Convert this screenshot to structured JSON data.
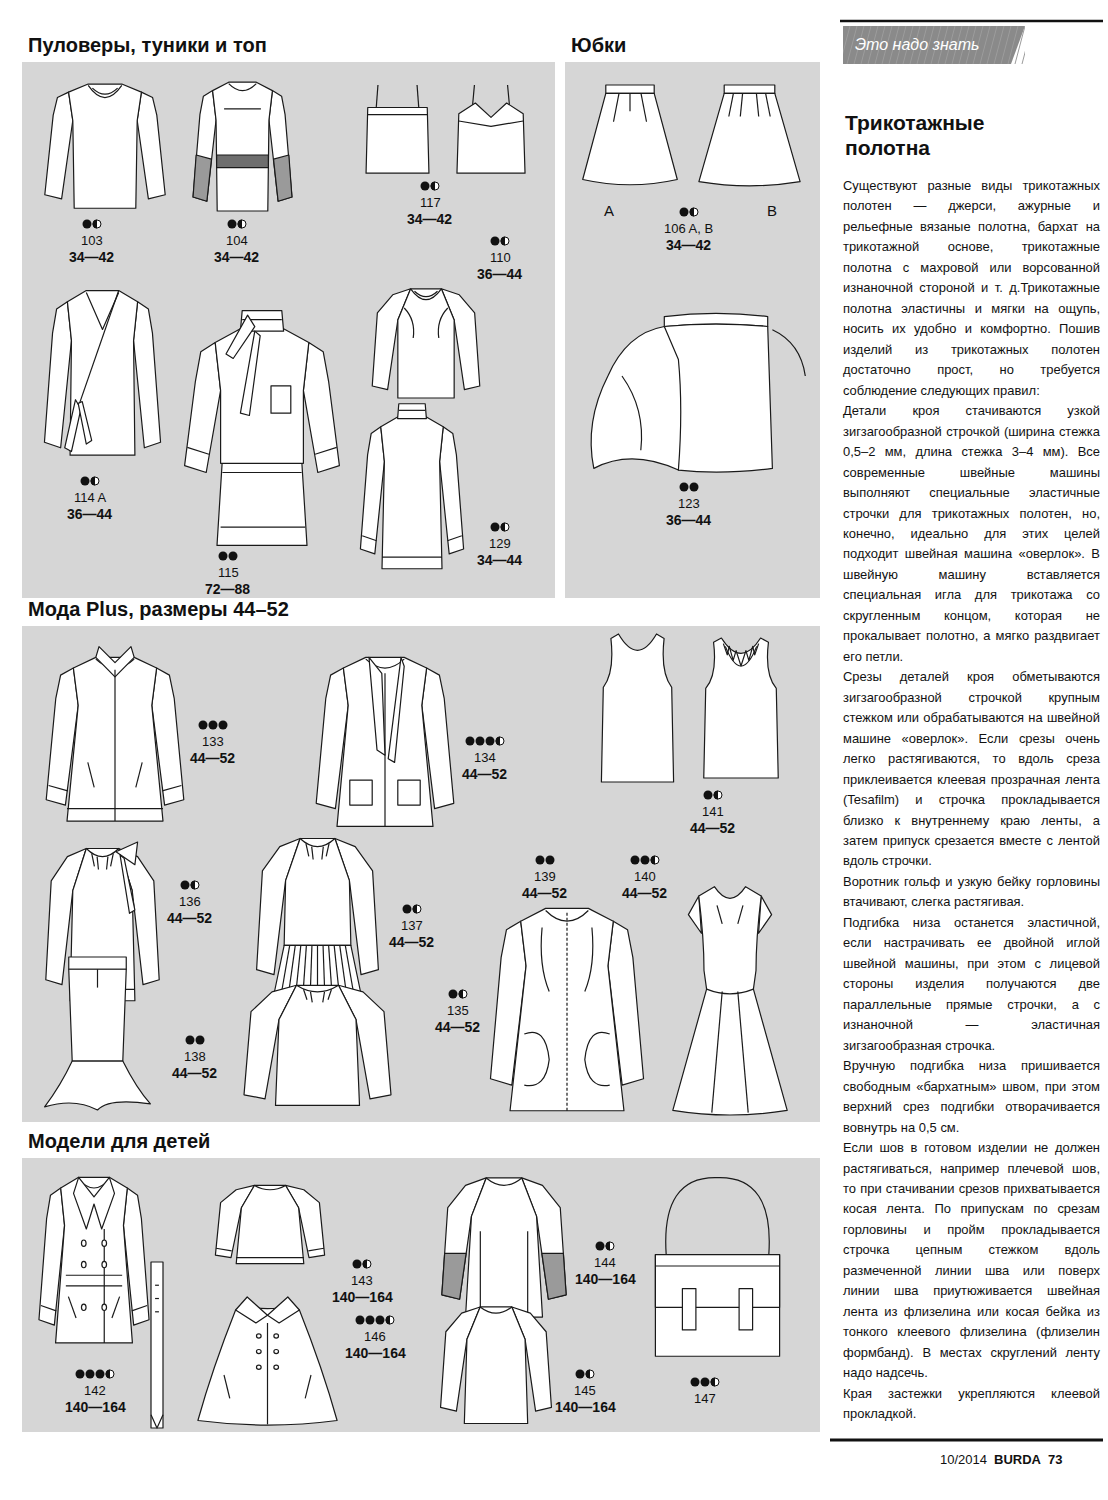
{
  "diagram": {
    "nodes": [
      {
        "text": [
          "Пуловеры, туники и топ"
        ]
      },
      {
        "text": [
          "Юбки"
        ]
      },
      {
        "text": [
          "Мода Plus, размеры 44–52"
        ]
      },
      {
        "text": [
          "Модели для детей"
        ]
      },
      {
        "text": [
          "Это надо знать"
        ]
      }
    ],
    "labels": [
      "103",
      "34—42",
      "104",
      "34—42",
      "117",
      "34—42",
      "110",
      "36—44",
      "114 A",
      "36—44",
      "115",
      "72—88",
      "129",
      "34—44",
      "A",
      "B",
      "106 A, B",
      "34—42",
      "123",
      "36—44",
      "133",
      "44—52",
      "134",
      "44—52",
      "141",
      "44—52",
      "136",
      "44—52",
      "137",
      "44—52",
      "139",
      "44—52",
      "140",
      "44—52",
      "138",
      "44—52",
      "135",
      "44—52",
      "142",
      "140—164",
      "143",
      "140—164",
      "146",
      "140—164",
      "144",
      "140—164",
      "145",
      "140—164",
      "147",
      "Трикотажные полотна",
      "Существуют разные виды трикотажных полотен — джерси, ажурные и рельефные вязаные полотна, бархат на трикотажной основе, трикотажные полотна с махровой или ворсованной изнаночной стороной и т. д.Трикотажные полотна эластичны и мягки на ощупь, носить их удобно и комфортно. Пошив изделий из трикотажных полотен достаточно прост, но требуется соблюдение следующих правил:",
      "Детали кроя стачиваются узкой зигзагообразной строчкой (ширина стежка 0,5–2 мм, длина стежка 3–4 мм). Все современные швейные машины выполняют специальные эластичные строчки для трикотажных полотен, но, конечно, идеально для этих целей подходит швейная машина «оверлок». В швейную машину вставляется специальная игла для трикотажа со скругленным концом, которая не прокалывает полотно, а мягко раздвигает его петли.",
      "Срезы деталей кроя обметываются зигзагообразной строчкой крупным стежком или обрабатываются на швейной машине «оверлок». Если срезы очень легко растягиваются, то вдоль среза приклеивается клеевая прозрачная лента (Tesafilm) и строчка прокладывается близко к внутреннему краю ленты, а затем припуск срезается вместе с лентой вдоль строчки.",
      "Воротник гольф и узкую бейку горловины втачивают, слегка растягивая.",
      "Подгибка низа останется эластичной, если настрачивать ее двойной иглой швейной машины, при этом с лицевой стороны изделия получаются две параллельные прямые строчки, а с изнаночной — эластичная зигзагообразная строчка.",
      "Вручную подгибка низа пришивается свободным «бархатным» швом, при этом верхний срез подгибки отворачивается вовнутрь на 0,5 см.",
      "Если шов в готовом изделии не должен растягиваться, например плечевой шов, то при стачивании срезов прихватывается косая лента. По припускам по срезам горловины и пройм прокладывается строчка цепным стежком вдоль размеченной линии шва или поверх линии шва приутюживается швейная лента из флизелина или косая бейка из тонкого клеевого флизелина (флизелин формбанд). В местах скруглений ленту надо надсечь.",
      "Края застежки укрепляются клеевой прокладкой.",
      "10/2014",
      "BURDA",
      "73"
    ]
  }
}
